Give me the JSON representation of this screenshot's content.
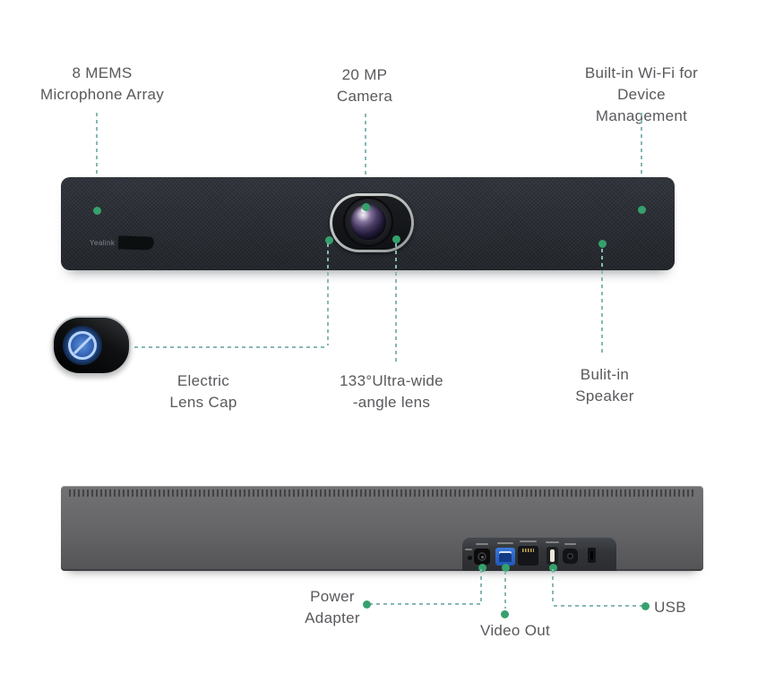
{
  "title": "Video bar product feature diagram",
  "colors": {
    "background": "#ffffff",
    "label_text": "#58595c",
    "leader_dash": "#86b8b6",
    "leader_dot": "#36a06c",
    "front_bar": "#2b2f35",
    "rear_bar": "#646467",
    "port_panel": "#323438",
    "lens_cap_blue": "#2d5cab",
    "usb_b_port_blue": "#2e6cd6"
  },
  "front_view": {
    "brand": "Yealink",
    "callouts": {
      "mic_array": "8 MEMS\nMicrophone Array",
      "camera": "20 MP\nCamera",
      "wifi": "Built-in Wi-Fi for\nDevice Management",
      "lens_cap": "Electric\nLens Cap",
      "wide_angle": "133°Ultra-wide\n-angle lens",
      "speaker": "Bulit-in\nSpeaker"
    }
  },
  "rear_view": {
    "callouts": {
      "power": "Power\nAdapter",
      "video_out": "Video Out",
      "usb": "USB"
    },
    "ports": [
      "reset-hole",
      "power-jack",
      "usb-b-video-out-port",
      "ethernet-port",
      "usb-a-port",
      "audio-jack",
      "security-lock-slot"
    ]
  }
}
